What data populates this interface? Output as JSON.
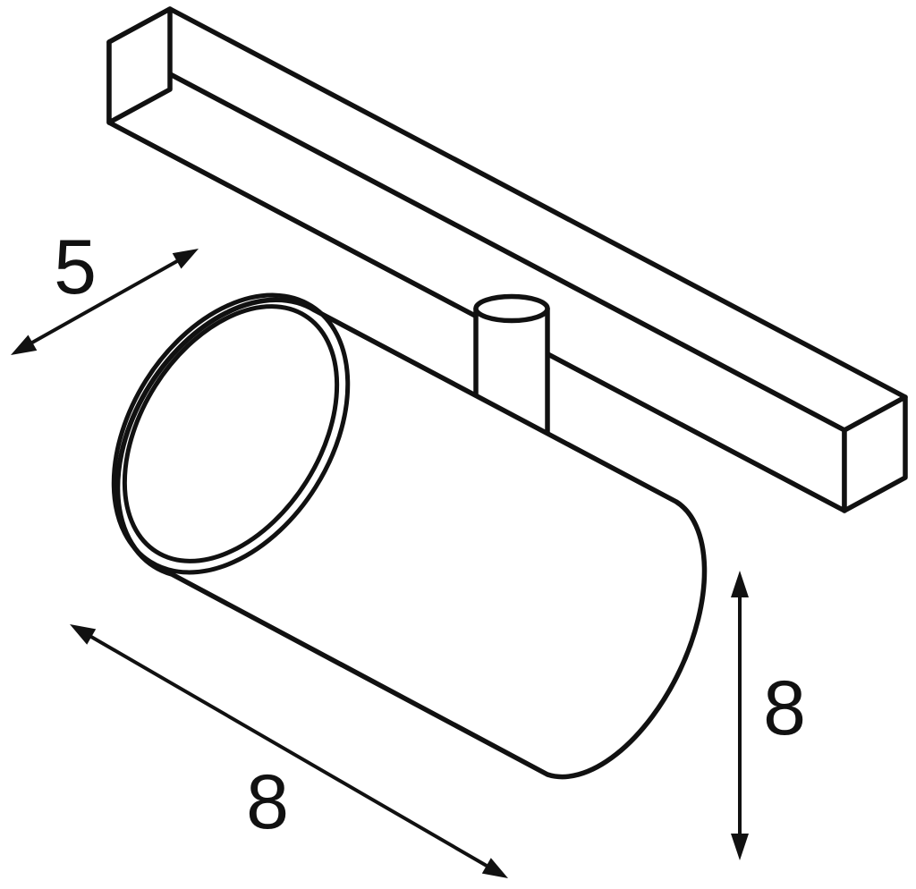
{
  "meta": {
    "description": "Technical line drawing of a cylindrical track spotlight mounted on a rail, with dimension arrows",
    "colors": {
      "line": "#111111",
      "background": "#ffffff"
    }
  },
  "dimensions": {
    "track_width": {
      "label": "5"
    },
    "body_length": {
      "label": "8"
    },
    "body_height": {
      "label": "8"
    }
  }
}
